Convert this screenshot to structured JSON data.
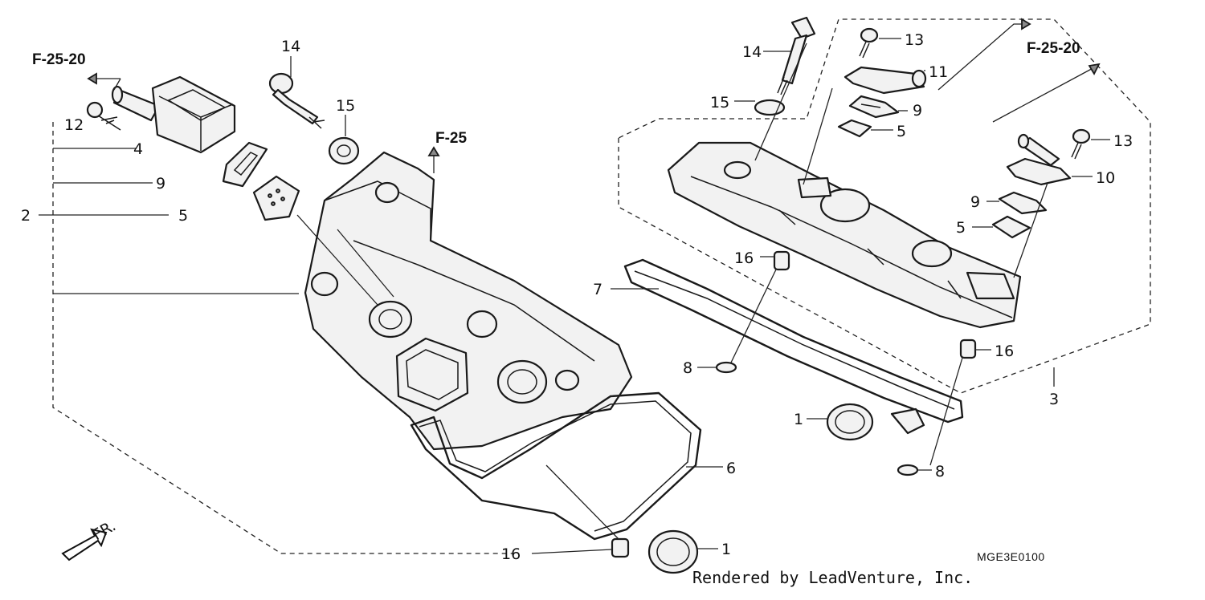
{
  "diagram_code": "MGE3E0100",
  "credit": "Rendered by LeadVenture, Inc.",
  "direction_label": "FR.",
  "references": [
    "F-25-20",
    "F-25",
    "F-25-20"
  ],
  "callouts": [
    {
      "id": "left-12",
      "num": "12"
    },
    {
      "id": "left-4",
      "num": "4"
    },
    {
      "id": "left-9",
      "num": "9"
    },
    {
      "id": "left-2",
      "num": "2"
    },
    {
      "id": "left-5",
      "num": "5"
    },
    {
      "id": "left-14",
      "num": "14"
    },
    {
      "id": "left-15",
      "num": "15"
    },
    {
      "id": "left-6",
      "num": "6"
    },
    {
      "id": "left-1",
      "num": "1"
    },
    {
      "id": "left-16",
      "num": "16"
    },
    {
      "id": "right-14",
      "num": "14"
    },
    {
      "id": "right-15",
      "num": "15"
    },
    {
      "id": "right-13a",
      "num": "13"
    },
    {
      "id": "right-11",
      "num": "11"
    },
    {
      "id": "right-9a",
      "num": "9"
    },
    {
      "id": "right-5a",
      "num": "5"
    },
    {
      "id": "right-13b",
      "num": "13"
    },
    {
      "id": "right-10",
      "num": "10"
    },
    {
      "id": "right-9b",
      "num": "9"
    },
    {
      "id": "right-5b",
      "num": "5"
    },
    {
      "id": "right-16a",
      "num": "16"
    },
    {
      "id": "right-7",
      "num": "7"
    },
    {
      "id": "right-8a",
      "num": "8"
    },
    {
      "id": "right-16b",
      "num": "16"
    },
    {
      "id": "right-3",
      "num": "3"
    },
    {
      "id": "right-1",
      "num": "1"
    },
    {
      "id": "right-8b",
      "num": "8"
    }
  ]
}
